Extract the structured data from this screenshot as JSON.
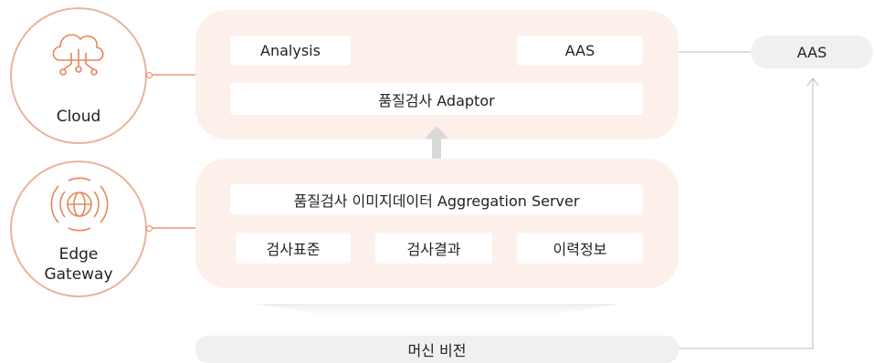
{
  "cloud": {
    "label": "Cloud",
    "icon": "cloud-network-icon"
  },
  "edge": {
    "label_line1": "Edge",
    "label_line2": "Gateway",
    "icon": "globe-signal-icon"
  },
  "top_panel": {
    "analysis": "Analysis",
    "aas": "AAS",
    "adaptor": "품질검사 Adaptor"
  },
  "bottom_panel": {
    "server": "품질검사 이미지데이터 Aggregation Server",
    "items": [
      "검사표준",
      "검사결과",
      "이력정보"
    ]
  },
  "aas_right": "AAS",
  "machine_vision": "머신 비전",
  "colors": {
    "accent": "#e6855c",
    "panel": "#fdf0ea",
    "circle_border": "#e9b39a",
    "pill": "#f0f0f0"
  }
}
